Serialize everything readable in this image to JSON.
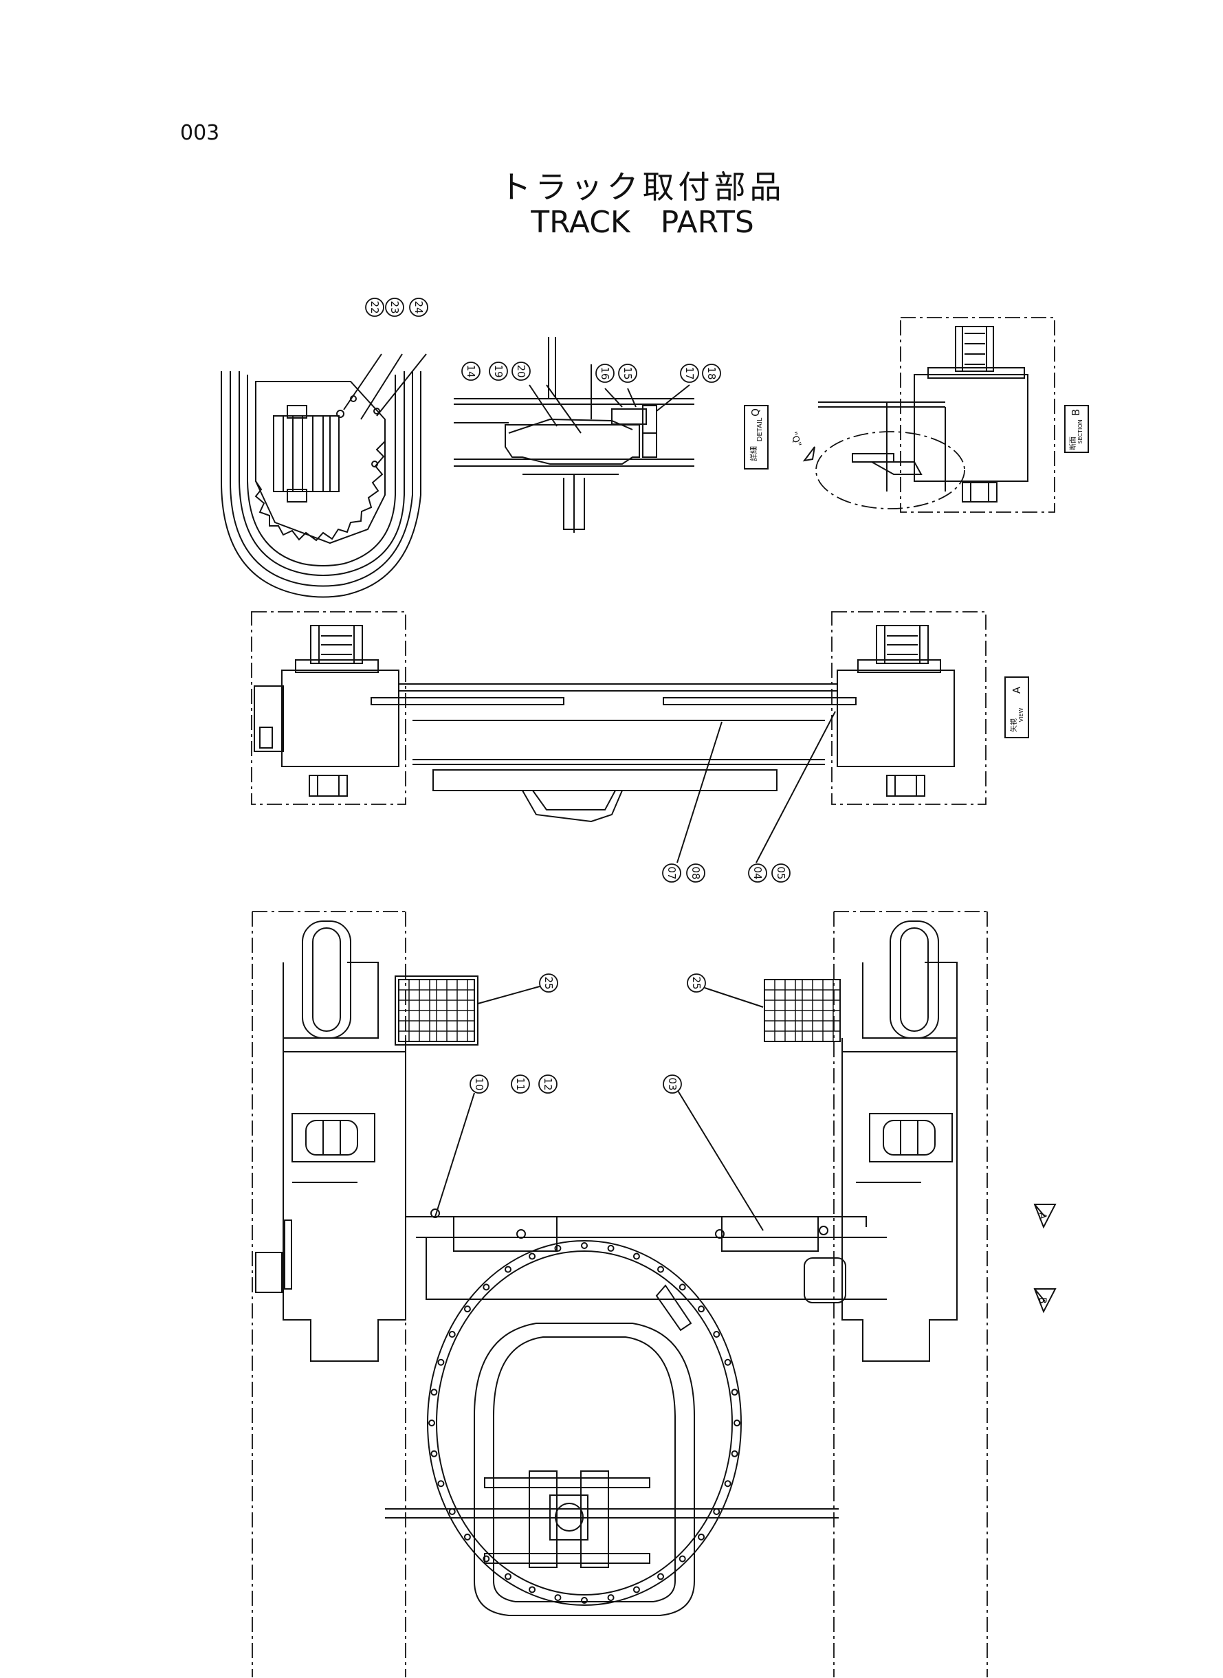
{
  "page_number": "003",
  "title_jp": "トラック取付部品",
  "title_en": "TRACK   PARTS",
  "tags": {
    "detail_jp": "詳細",
    "detail_en": "DETAIL",
    "detail_letter": "Q",
    "section_jp": "断面",
    "section_en": "SECTION",
    "section_letter": "B",
    "view_jp": "矢視",
    "view_en": "VIEW",
    "view_letter": "A",
    "q_callout": "\"Q\""
  },
  "arrows": {
    "a": "A",
    "b": "B"
  },
  "callouts": {
    "sprocket": [
      "22",
      "23",
      "24"
    ],
    "detail": [
      "14",
      "19",
      "20",
      "16",
      "15",
      "17",
      "18"
    ],
    "view_a": [
      "07",
      "08",
      "04",
      "05"
    ],
    "plan": [
      "25",
      "25",
      "10",
      "11",
      "12",
      "03"
    ]
  }
}
